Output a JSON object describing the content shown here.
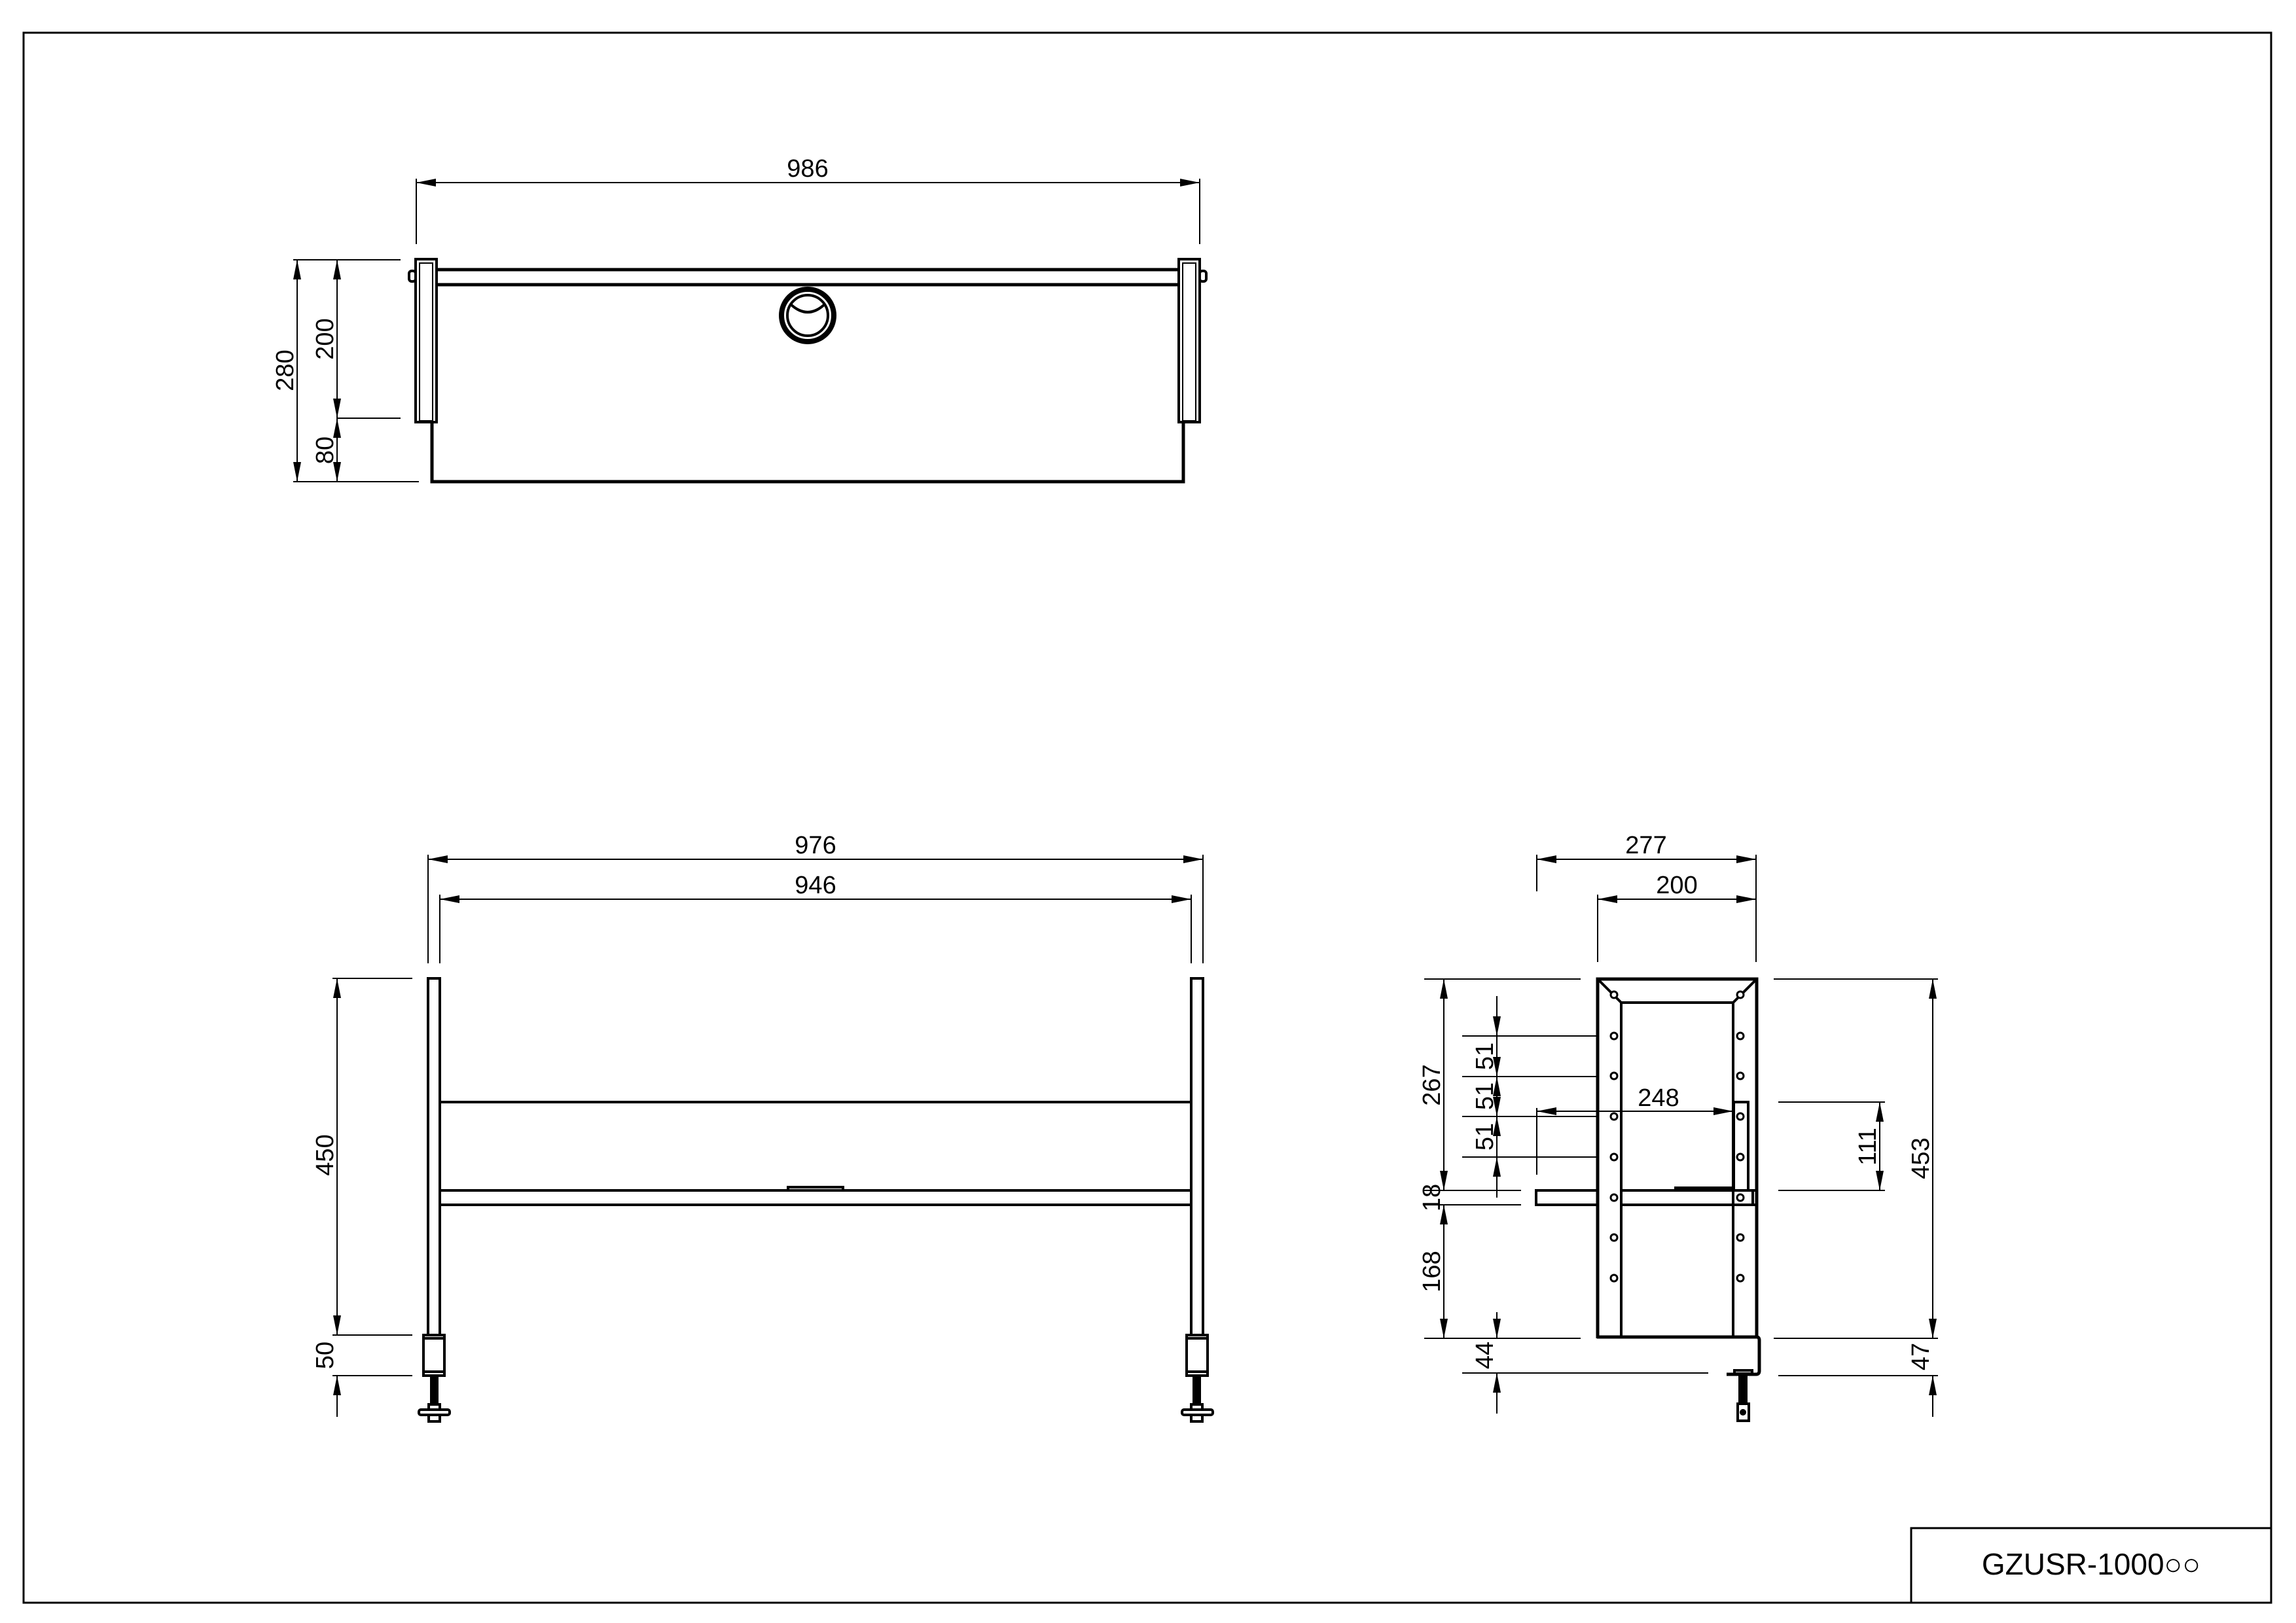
{
  "drawing": {
    "title_block": {
      "model": "GZUSR-1000○○"
    },
    "views": {
      "top_view": {
        "dimensions": {
          "overall_width": "986",
          "total_depth": "280",
          "depth_upper": "200",
          "depth_lower": "80"
        }
      },
      "front_view": {
        "dimensions": {
          "outer_width": "976",
          "inner_width": "946",
          "height": "450",
          "clamp_height": "50"
        }
      },
      "side_view": {
        "dimensions": {
          "overall_depth": "277",
          "frame_depth": "200",
          "shelf_depth": "248",
          "upper_height": "267",
          "hole_pitch_1": "51",
          "hole_pitch_2": "51",
          "hole_pitch_3": "51",
          "shelf_thickness": "18",
          "lower_height": "168",
          "clamp_left": "44",
          "total_height": "453",
          "bracket_height": "111",
          "clamp_right": "47"
        }
      }
    }
  }
}
